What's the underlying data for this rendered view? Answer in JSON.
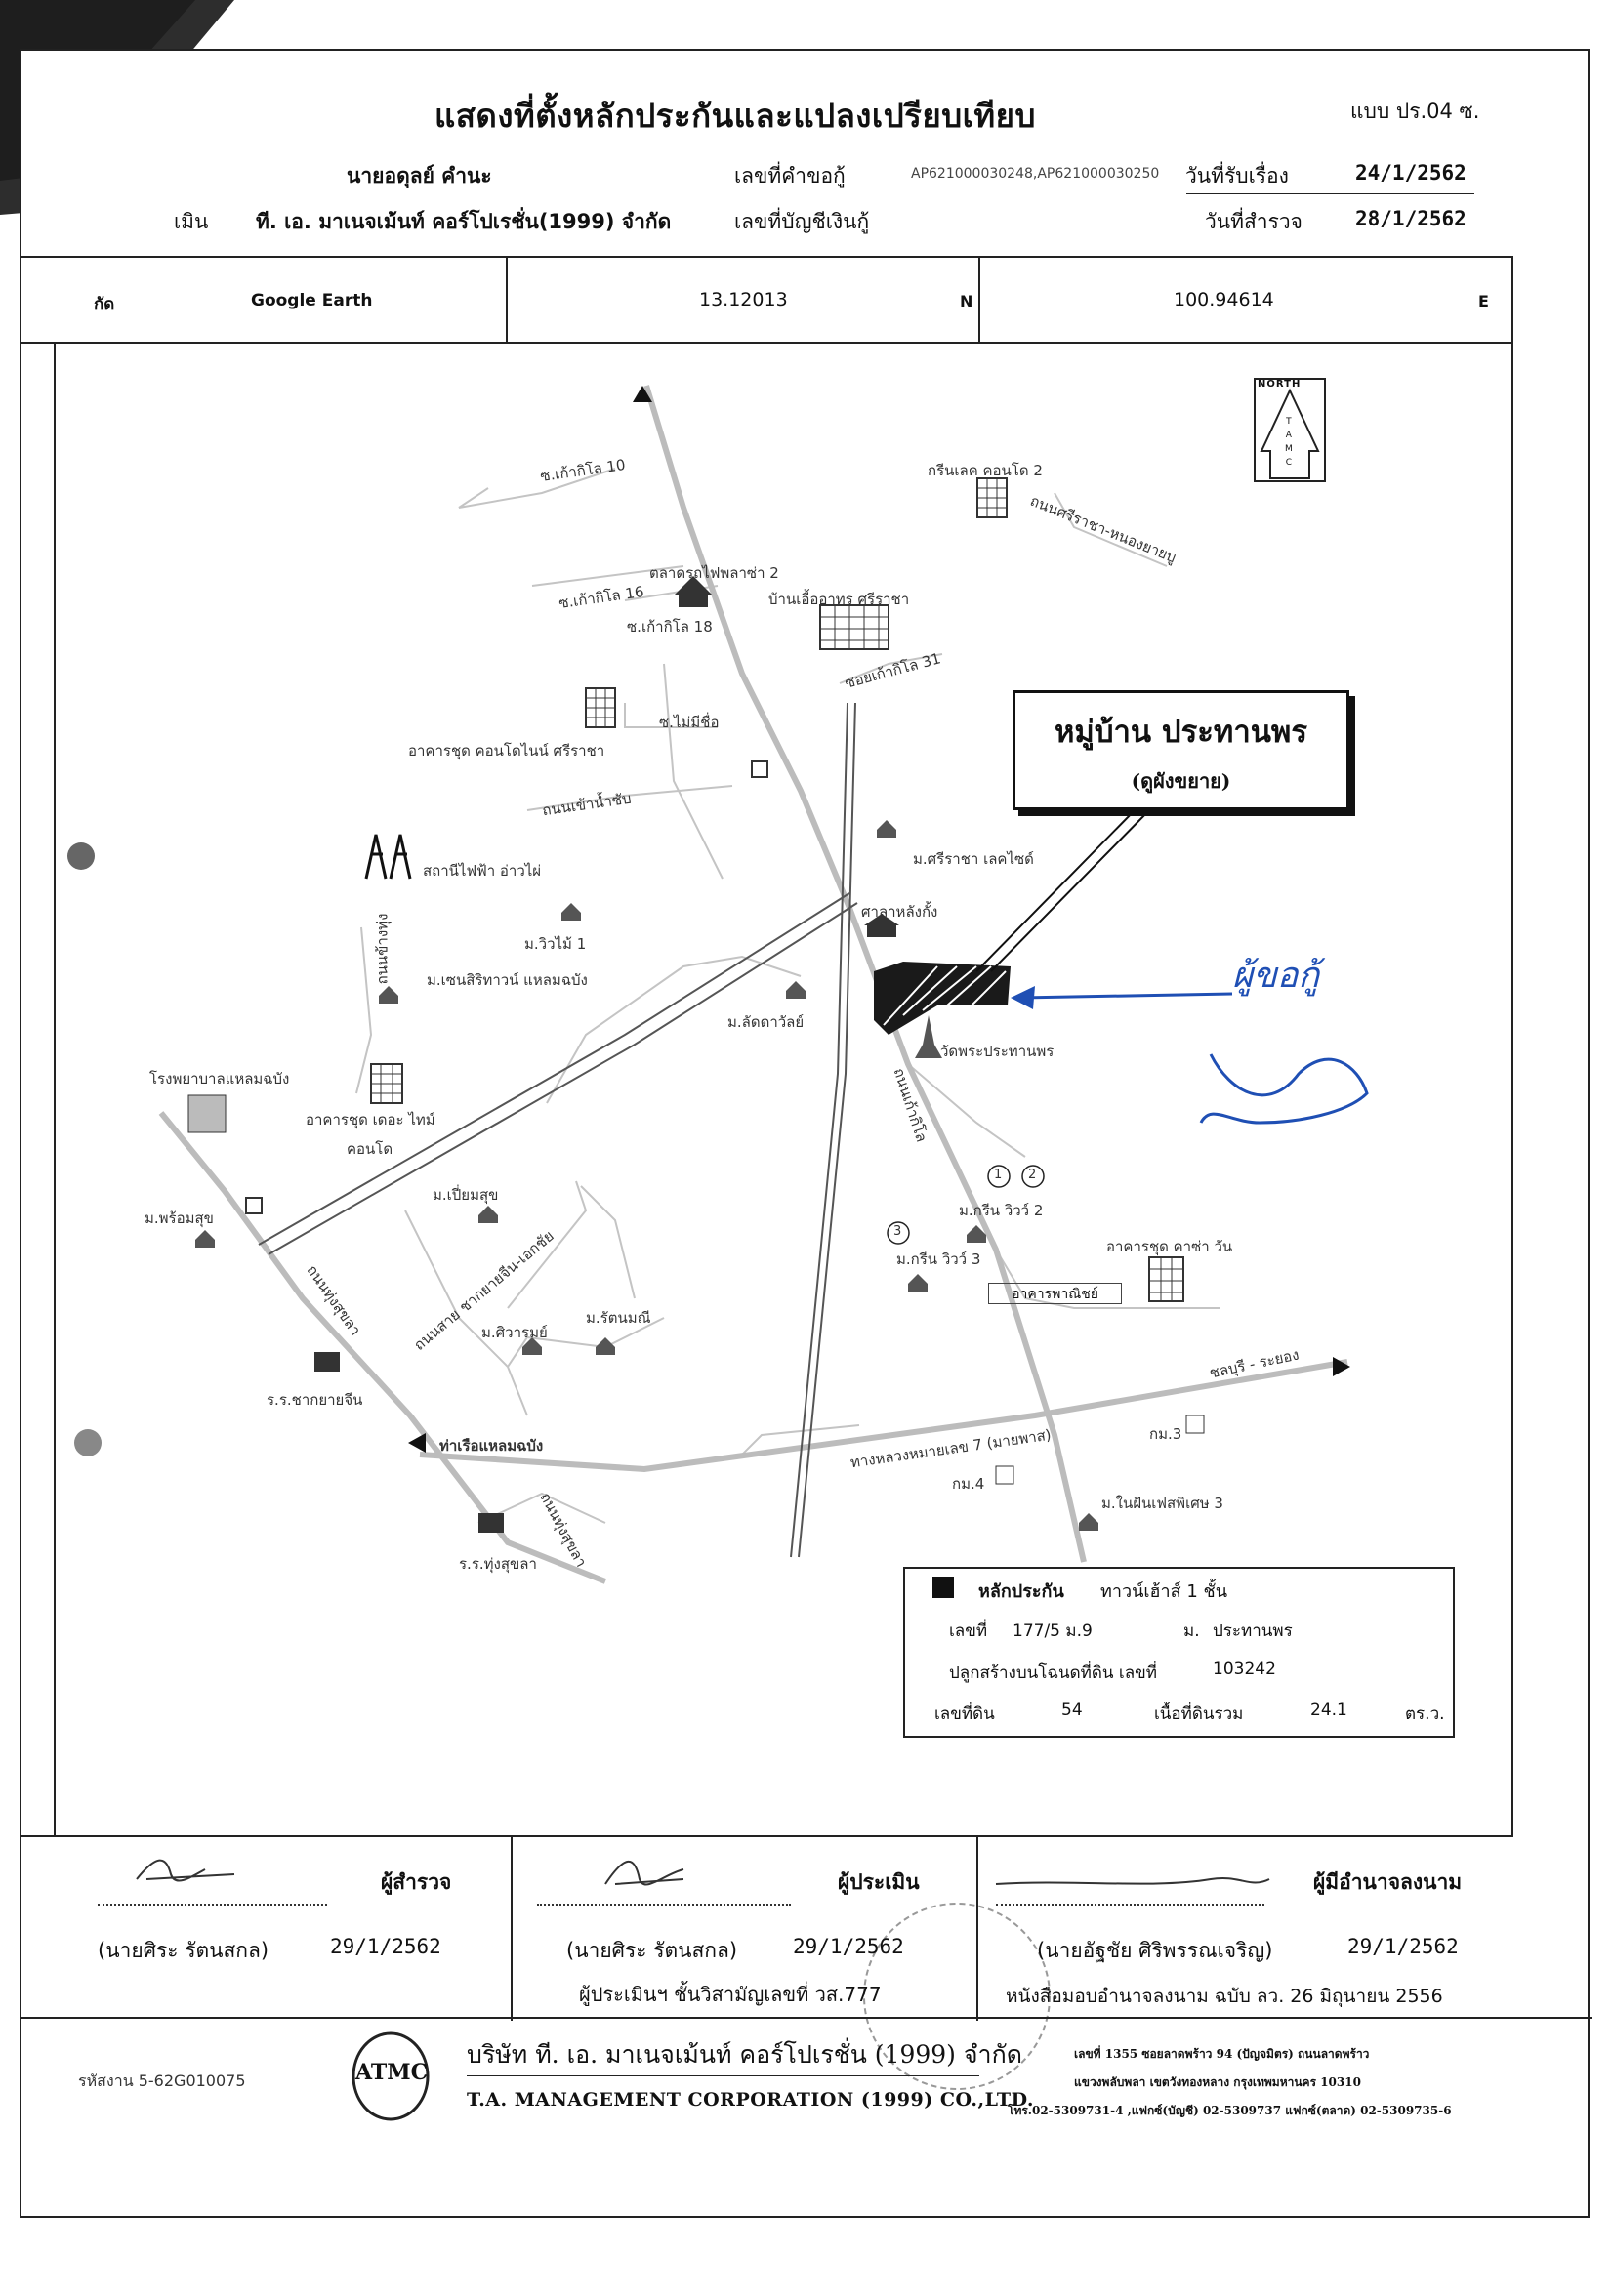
{
  "header": {
    "title": "แสดงที่ตั้งหลักประกันและแปลงเปรียบเทียบ",
    "form_code": "แบบ ปร.04 ซ.",
    "owner": "นายอดุลย์  คำนะ",
    "request_label": "เลขที่คำขอกู้",
    "request_no": "AP621000030248,AP621000030250",
    "received_label": "วันที่รับเรื่อง",
    "received_date": "24/1/2562",
    "appraiser_prefix": "เมิน",
    "appraiser_company": "ที. เอ. มาเนจเม้นท์ คอร์โปเรชั่น(1999) จำกัด",
    "account_label": "เลขที่บัญชีเงินกู้",
    "survey_label": "วันที่สำรวจ",
    "survey_date": "28/1/2562"
  },
  "coords": {
    "label": "กัด",
    "source": "Google Earth",
    "lat": "13.12013",
    "lat_dir": "N",
    "lon": "100.94614",
    "lon_dir": "E"
  },
  "map": {
    "north_label": "NORTH",
    "north_letters": [
      "T",
      "A",
      "M",
      "C"
    ],
    "callout_title": "หมู่บ้าน ประทานพร",
    "callout_sub": "(ดูผังขยาย)",
    "signature_text": "ผู้ขอกู้",
    "labels": {
      "soi10": "ซ.เก้ากิโล 10",
      "greenlake": "กรีนเลค คอนโด 2",
      "sriracha_road": "ถนนศรีราชา-หนองยายบู",
      "market": "ตลาดรถไฟพลาซ่า 2",
      "soi16": "ซ.เก้ากิโล 16",
      "soi18": "ซ.เก้ากิโล 18",
      "baan_ua": "บ้านเอื้ออาทร ศรีราชา",
      "soi31": "ซอยเก้ากิโล 31",
      "maimi": "ซ.ไม่มีชื่อ",
      "condo_crown": "อาคารชุด คอนโดไนน์ ศรีราชา",
      "road_nam_sap": "ถนนเข้าน้ำซับ",
      "lakeside": "ม.ศรีราชา เลคไซด์",
      "substation": "สถานีไฟฟ้า อ่าวไผ่",
      "vivo": "ม.วิวไม้ 1",
      "temple_hall": "ศาลาหลังกั้ง",
      "senasiri": "ม.เซนสิริทาวน์ แหลมฉบัง",
      "pattaya_road": "ถนนข้างทุ่ง",
      "latda": "ม.ลัดดาวัลย์",
      "wat": "วัดพระประทานพร",
      "hospital": "โรงพยาบาลแหลมฉบัง",
      "condo_trend": "อาคารชุด เดอะ ไทม์",
      "condo_trend2": "คอนโด",
      "kao_kilo_road": "ถนนเก้ากิโล",
      "green_view2": "ม.กรีน วิวว์ 2",
      "n1": "1",
      "n2": "2",
      "n3": "3",
      "pleum": "ม.เปี่ยมสุข",
      "phrom": "ม.พร้อมสุข",
      "green_view3": "ม.กรีน วิวว์ 3",
      "casa": "อาคารชุด คาซ่า วัน",
      "shophouse": "อาคารพาณิชย์",
      "sukhumvit_lane": "ถนนทุ่งสุขลา",
      "siriram": "ม.ศิวารมย์",
      "rattanamanee": "ม.รัตนมณี",
      "chonburi": "ชลบุรี - ระยอง",
      "school1": "ร.ร.ชากยายจีน",
      "port": "ท่าเรือแหลมฉบัง",
      "highway7": "ทางหลวงหมายเลข 7 (มายพาส)",
      "km3": "กม.3",
      "km4": "กม.4",
      "nanthan": "ม.ในฝันเฟสพิเศษ 3",
      "road_tung": "ถนนทุ่งสุขลา",
      "school2": "ร.ร.ทุ่งสุขลา",
      "sai_road": "ถนนสาย ชากยายจีน-เอกชัย"
    }
  },
  "collateral": {
    "title": "หลักประกัน",
    "type": "ทาวน์เฮ้าส์ 1 ชั้น",
    "no_label": "เลขที่",
    "no": "177/5 ม.9",
    "village_label": "ม.",
    "village": "ประทานพร",
    "deed_label": "ปลูกสร้างบนโฉนดที่ดิน เลขที่",
    "deed": "103242",
    "land_no_label": "เลขที่ดิน",
    "land_no": "54",
    "area_label": "เนื้อที่ดินรวม",
    "area": "24.1",
    "area_unit": "ตร.ว."
  },
  "signatures": {
    "surveyor_role": "ผู้สำรวจ",
    "surveyor_name": "(นายศิระ  รัตนสกล)",
    "surveyor_date": "29/1/2562",
    "appraiser_role": "ผู้ประเมิน",
    "appraiser_name": "(นายศิระ  รัตนสกล)",
    "appraiser_date": "29/1/2562",
    "appraiser_license": "ผู้ประเมินฯ ชั้นวิสามัญเลขที่ วส.777",
    "authority_role": "ผู้มีอำนาจลงนาม",
    "authority_name": "(นายอัฐชัย  ศิริพรรณเจริญ)",
    "authority_date": "29/1/2562",
    "authority_note": "หนังสือมอบอำนาจลงนาม ฉบับ ลว. 26 มิถุนายน 2556"
  },
  "footer": {
    "doc_code": "รหัสงาน 5-62G010075",
    "logo": "ATMC",
    "company_th": "บริษัท ที. เอ. มาเนจเม้นท์ คอร์โปเรชั่น (1999) จำกัด",
    "company_en": "T.A. MANAGEMENT CORPORATION (1999) CO.,LTD.",
    "address1": "เลขที่ 1355 ซอยลาดพร้าว 94 (ปัญจมิตร) ถนนลาดพร้าว",
    "address2": "แขวงพลับพลา เขตวังทองหลาง กรุงเทพมหานคร 10310",
    "address3": "โทร.02-5309731-4 ,แฟกซ์(บัญชี) 02-5309737 แฟกซ์(ตลาด) 02-5309735-6"
  }
}
